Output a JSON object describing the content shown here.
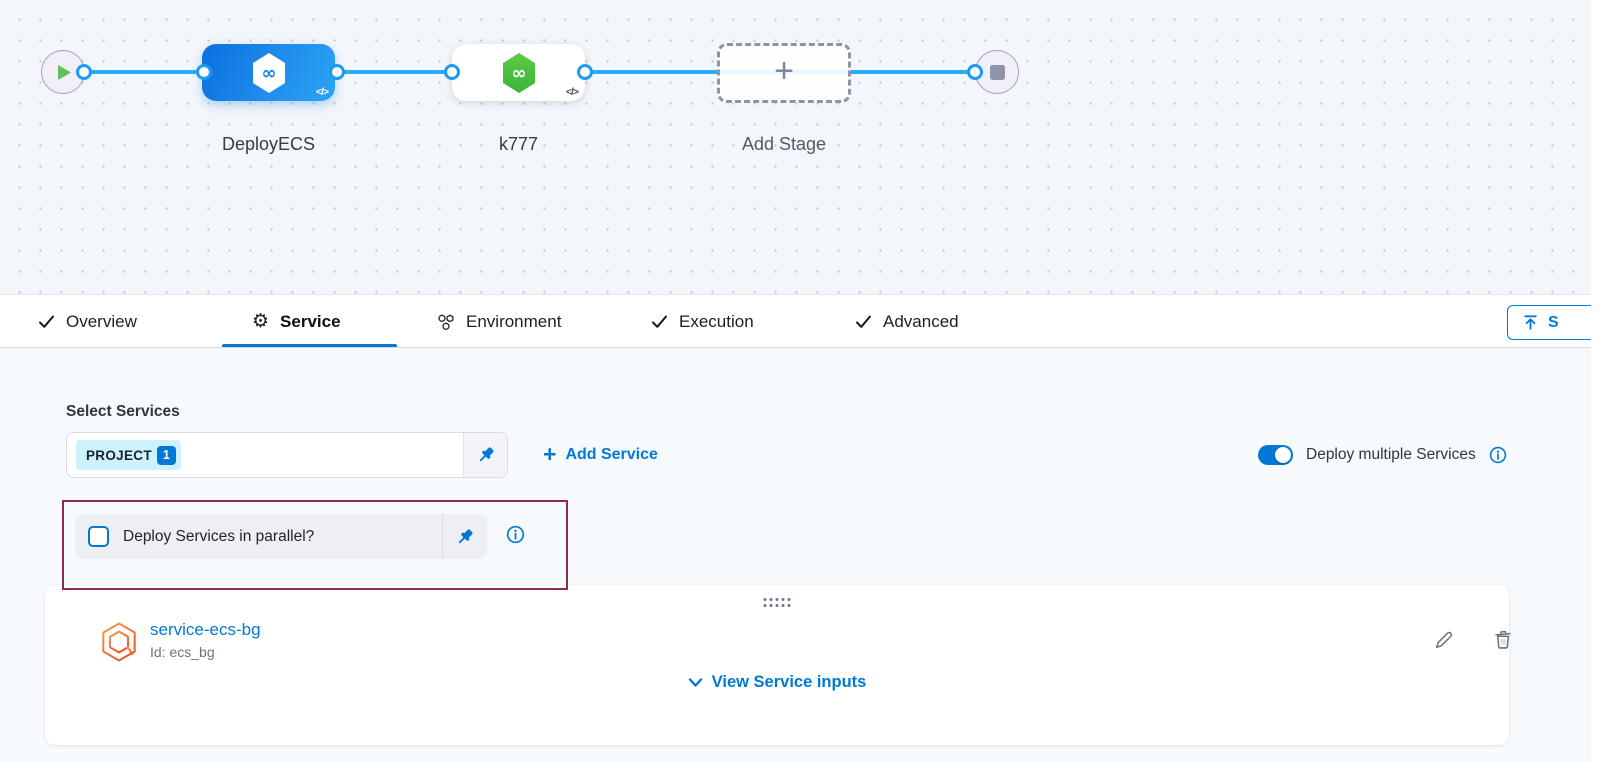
{
  "colors": {
    "accent": "#0278d5",
    "flow_line": "#2aaaf7",
    "node_blue": "#1a82e8",
    "node_green": "#45bd3e",
    "service_orange": "#ee7d2b",
    "annotation": "#8d2b4d"
  },
  "glyphs": {
    "infinity": "∞",
    "plus": "+",
    "code": "</>"
  },
  "pipeline": {
    "stages": [
      {
        "label": "DeployECS"
      },
      {
        "label": "k777"
      },
      {
        "label": "Add Stage"
      }
    ]
  },
  "tabs": [
    {
      "label": "Overview"
    },
    {
      "label": "Service"
    },
    {
      "label": "Environment"
    },
    {
      "label": "Execution"
    },
    {
      "label": "Advanced"
    }
  ],
  "toolbar": {
    "save_label": "S"
  },
  "panel": {
    "select_label": "Select Services",
    "project_chip": "PROJECT",
    "project_count": "1",
    "add_service": "Add Service",
    "deploy_multiple": "Deploy multiple Services",
    "parallel_label": "Deploy Services in parallel?"
  },
  "card": {
    "name": "service-ecs-bg",
    "id": "Id: ecs_bg",
    "view_inputs": "View Service inputs"
  }
}
